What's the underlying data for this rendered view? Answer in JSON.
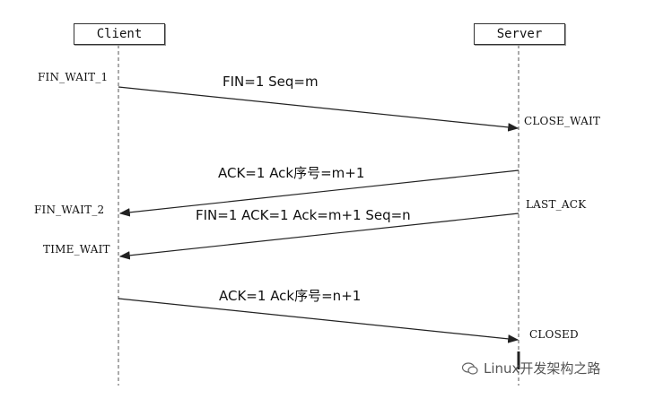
{
  "participants": {
    "client": "Client",
    "server": "Server"
  },
  "client_states": {
    "fin_wait_1": "FIN_WAIT_1",
    "fin_wait_2": "FIN_WAIT_2",
    "time_wait": "TIME_WAIT"
  },
  "server_states": {
    "close_wait": "CLOSE_WAIT",
    "last_ack": "LAST_ACK",
    "closed": "CLOSED"
  },
  "messages": {
    "fin_1": "FIN=1  Seq=m",
    "ack_1": "ACK=1 Ack序号=m+1",
    "fin_2": "FIN=1 ACK=1 Ack=m+1 Seq=n",
    "ack_2": "ACK=1 Ack序号=n+1"
  },
  "watermark": "Linux开发架构之路",
  "colors": {
    "line": "#222222",
    "lifeline": "#555555"
  }
}
